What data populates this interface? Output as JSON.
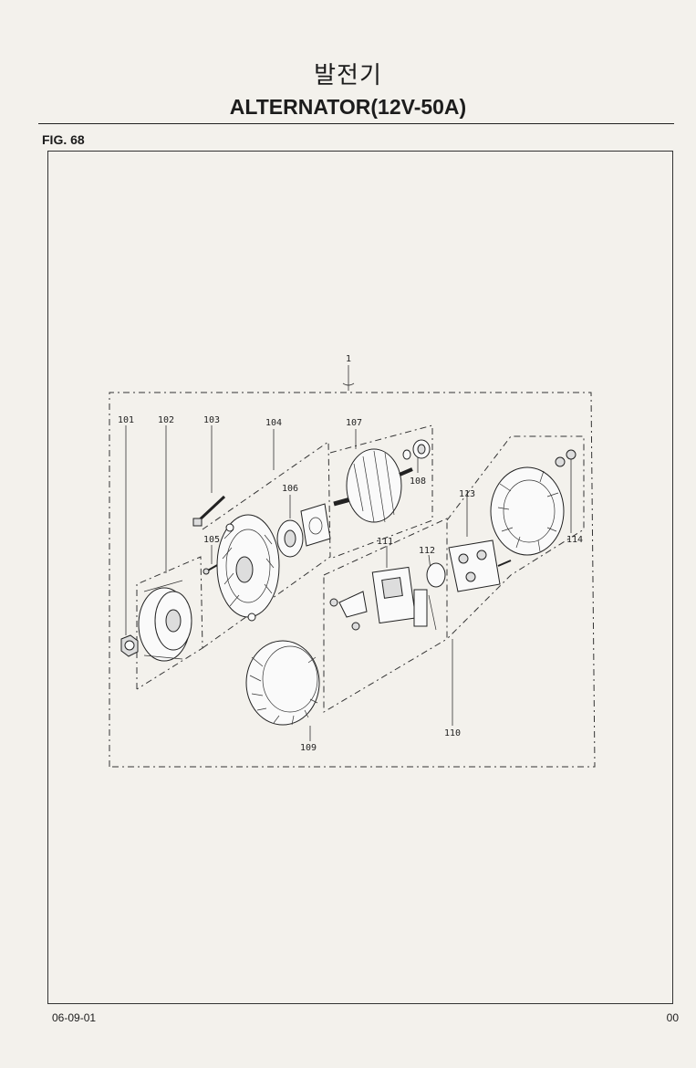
{
  "header": {
    "title_korean": "발전기",
    "title_english": "ALTERNATOR(12V-50A)",
    "figure": "FIG. 68"
  },
  "footer": {
    "date": "06-09-01",
    "page": "00"
  },
  "callouts": {
    "c1": "1",
    "c101": "101",
    "c102": "102",
    "c103": "103",
    "c104": "104",
    "c105": "105",
    "c106": "106",
    "c107": "107",
    "c108": "108",
    "c109": "109",
    "c110": "110",
    "c111": "111",
    "c112": "112",
    "c113": "113",
    "c114": "114"
  }
}
